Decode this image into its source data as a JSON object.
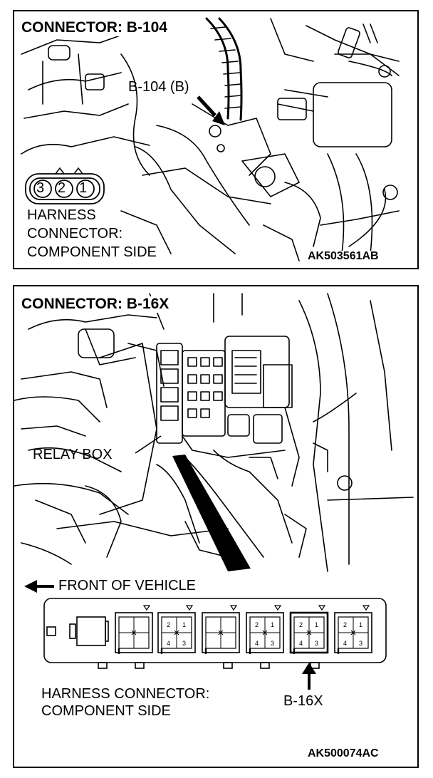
{
  "top_panel": {
    "title": "CONNECTOR: B-104",
    "callout": "B-104 (B)",
    "connector_pins": [
      "3",
      "2",
      "1"
    ],
    "harness_lines": [
      "HARNESS",
      "CONNECTOR:",
      "COMPONENT SIDE"
    ],
    "figure_code": "AK503561AB"
  },
  "bottom_panel": {
    "title": "CONNECTOR: B-16X",
    "relay_box_label": "RELAY BOX",
    "front_label": "FRONT OF VEHICLE",
    "harness_lines": [
      "HARNESS CONNECTOR:",
      "COMPONENT SIDE"
    ],
    "connector_callout": "B-16X",
    "figure_code": "AK500074AC",
    "connector_slot_pins": [
      "2",
      "1",
      "4",
      "3"
    ]
  }
}
